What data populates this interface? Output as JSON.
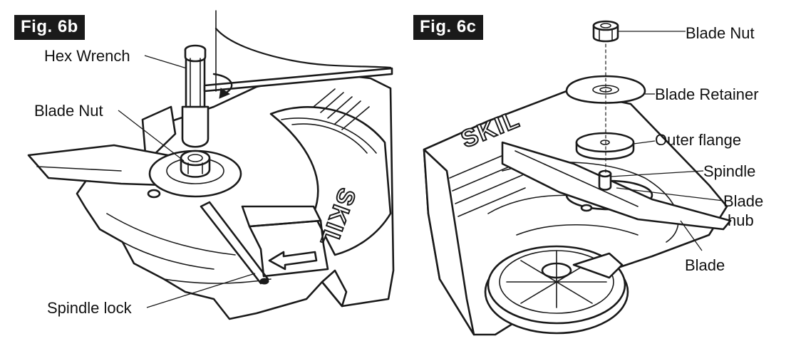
{
  "figures": [
    {
      "badge": "Fig. 6b",
      "labels": {
        "hex_wrench": "Hex Wrench",
        "blade_nut": "Blade Nut",
        "spindle_lock": "Spindle lock"
      },
      "brand_mark": "SKIL"
    },
    {
      "badge": "Fig. 6c",
      "labels": {
        "blade_nut": "Blade Nut",
        "blade_retainer": "Blade Retainer",
        "outer_flange": "Outer flange",
        "spindle": "Spindle",
        "blade_hub_line1": "Blade",
        "blade_hub_line2": "hub",
        "blade": "Blade"
      },
      "brand_mark": "SKIL"
    }
  ],
  "colors": {
    "ink": "#1a1a1a",
    "badge_bg": "#1a1a1a",
    "badge_text": "#ffffff",
    "background": "#ffffff"
  }
}
